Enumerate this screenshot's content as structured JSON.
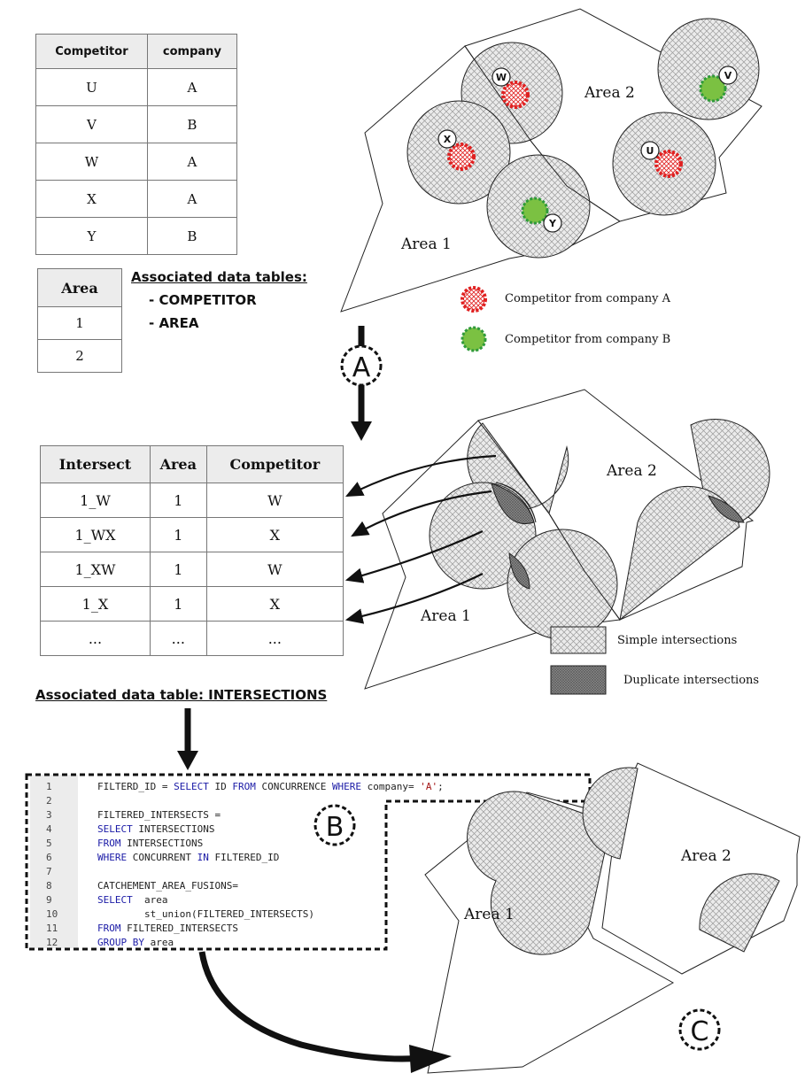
{
  "competitor_table": {
    "headers": [
      "Competitor",
      "company"
    ],
    "rows": [
      [
        "U",
        "A"
      ],
      [
        "V",
        "B"
      ],
      [
        "W",
        "A"
      ],
      [
        "X",
        "A"
      ],
      [
        "Y",
        "B"
      ]
    ]
  },
  "area_table": {
    "header": "Area",
    "rows": [
      "1",
      "2"
    ]
  },
  "associated_tables": {
    "title": "Associated data tables:",
    "items": [
      "- COMPETITOR",
      "- AREA"
    ]
  },
  "step_labels": {
    "a": "A",
    "b": "B",
    "c": "C"
  },
  "top_map": {
    "area1": "Area 1",
    "area2": "Area 2",
    "competitors": [
      "W",
      "X",
      "Y",
      "U",
      "V"
    ]
  },
  "legend_companies": {
    "company_a": "Competitor from company A",
    "company_b": "Competitor  from company B",
    "color_a": "#e02020",
    "color_b": "#7bc142"
  },
  "intersections_table": {
    "headers": [
      "Intersect",
      "Area",
      "Competitor"
    ],
    "rows": [
      [
        "1_W",
        "1",
        "W"
      ],
      [
        "1_WX",
        "1",
        "X"
      ],
      [
        "1_XW",
        "1",
        "W"
      ],
      [
        "1_X",
        "1",
        "X"
      ],
      [
        "...",
        "...",
        "..."
      ]
    ]
  },
  "intersections_caption": "Associated data table: INTERSECTIONS",
  "middle_map": {
    "area1": "Area 1",
    "area2": "Area 2"
  },
  "legend_intersections": {
    "simple": "Simple intersections",
    "duplicate": "Duplicate intersections"
  },
  "code": [
    {
      "n": "1",
      "parts": [
        [
          "t",
          "FILTERD_ID = "
        ],
        [
          "k",
          "SELECT"
        ],
        [
          "t",
          " ID "
        ],
        [
          "k",
          "FROM"
        ],
        [
          "t",
          " CONCURRENCE "
        ],
        [
          "k",
          "WHERE"
        ],
        [
          "t",
          " company= "
        ],
        [
          "s",
          "'A'"
        ],
        [
          "t",
          ";"
        ]
      ]
    },
    {
      "n": "2",
      "parts": []
    },
    {
      "n": "3",
      "parts": [
        [
          "t",
          "FILTERED_INTERSECTS ="
        ]
      ]
    },
    {
      "n": "4",
      "parts": [
        [
          "k",
          "SELECT"
        ],
        [
          "t",
          " INTERSECTIONS"
        ]
      ]
    },
    {
      "n": "5",
      "parts": [
        [
          "k",
          "FROM"
        ],
        [
          "t",
          " INTERSECTIONS"
        ]
      ]
    },
    {
      "n": "6",
      "parts": [
        [
          "k",
          "WHERE"
        ],
        [
          "t",
          " CONCURRENT "
        ],
        [
          "k",
          "IN"
        ],
        [
          "t",
          " FILTERED_ID"
        ]
      ]
    },
    {
      "n": "7",
      "parts": []
    },
    {
      "n": "8",
      "parts": [
        [
          "t",
          "CATCHEMENT_AREA_FUSIONS="
        ]
      ]
    },
    {
      "n": "9",
      "parts": [
        [
          "k",
          "SELECT"
        ],
        [
          "t",
          "  area"
        ]
      ]
    },
    {
      "n": "10",
      "parts": [
        [
          "t",
          "        st_union(FILTERED_INTERSECTS)"
        ]
      ]
    },
    {
      "n": "11",
      "parts": [
        [
          "k",
          "FROM"
        ],
        [
          "t",
          " FILTERED_INTERSECTS"
        ]
      ]
    },
    {
      "n": "12",
      "parts": [
        [
          "k",
          "GROUP BY"
        ],
        [
          "t",
          " area"
        ]
      ]
    }
  ],
  "bottom_map": {
    "area1": "Area 1",
    "area2": "Area 2"
  }
}
